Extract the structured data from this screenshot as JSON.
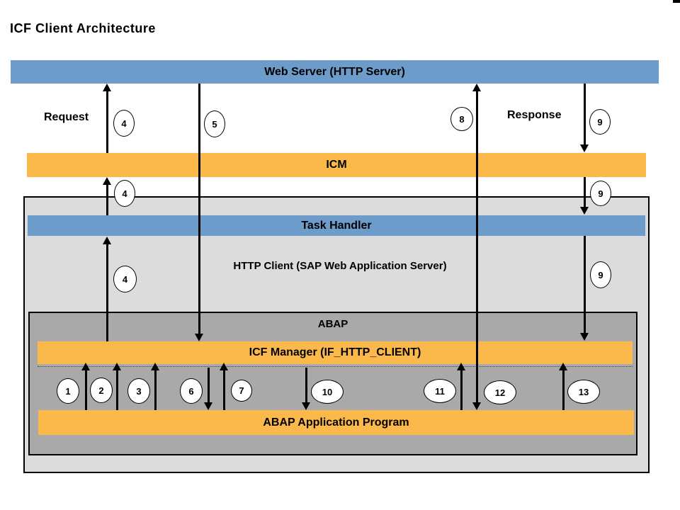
{
  "title": "ICF Client Architecture",
  "flow": {
    "request": "Request",
    "response": "Response"
  },
  "bars": {
    "web_server": "Web Server (HTTP Server)",
    "icm": "ICM",
    "task_handler": "Task Handler",
    "abap": "ABAP",
    "icf_manager": "ICF Manager (IF_HTTP_CLIENT)",
    "abap_app": "ABAP Application Program"
  },
  "texts": {
    "http_client": "HTTP Client (SAP Web Application Server)"
  },
  "badges": [
    "4",
    "5",
    "8",
    "9",
    "4",
    "9",
    "4",
    "9",
    "1",
    "2",
    "3",
    "6",
    "7",
    "10",
    "11",
    "12",
    "13"
  ],
  "colors": {
    "bar_blue": "#6d9cca",
    "bar_orange": "#fbb94c",
    "outer_box_gray": "#dcdcdc",
    "abap_box_gray": "#a9a9a9",
    "line_black": "#000000",
    "text_black": "#000000",
    "background": "#ffffff"
  }
}
